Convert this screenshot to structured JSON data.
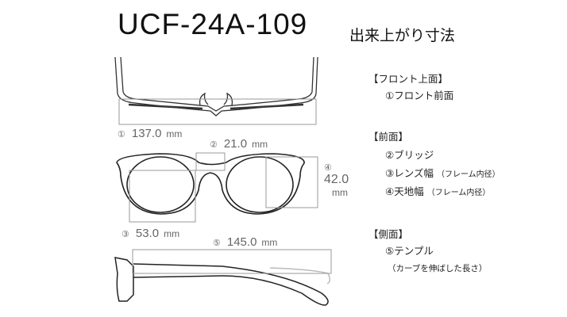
{
  "title": "UCF-24A-109",
  "subtitle": "出来上がり寸法",
  "dimensions": {
    "front_width": {
      "num": "①",
      "value": "137.0",
      "unit": "mm"
    },
    "bridge": {
      "num": "②",
      "value": "21.0",
      "unit": "mm"
    },
    "lens_width": {
      "num": "③",
      "value": "53.0",
      "unit": "mm"
    },
    "lens_height": {
      "num": "④",
      "value": "42.0",
      "unit": "mm"
    },
    "temple": {
      "num": "⑤",
      "value": "145.0",
      "unit": "mm"
    }
  },
  "legend": {
    "top_section": "【フロント上面】",
    "top_item1": "①フロント前面",
    "front_section": "【前面】",
    "front_item2": "②ブリッジ",
    "front_item3": "③レンズ幅",
    "front_item3_note": "（フレーム内径）",
    "front_item4": "④天地幅",
    "front_item4_note": "（フレーム内径）",
    "side_section": "【側面】",
    "side_item5": "⑤テンプル",
    "side_item5_note": "（カーブを伸ばした長さ）"
  }
}
